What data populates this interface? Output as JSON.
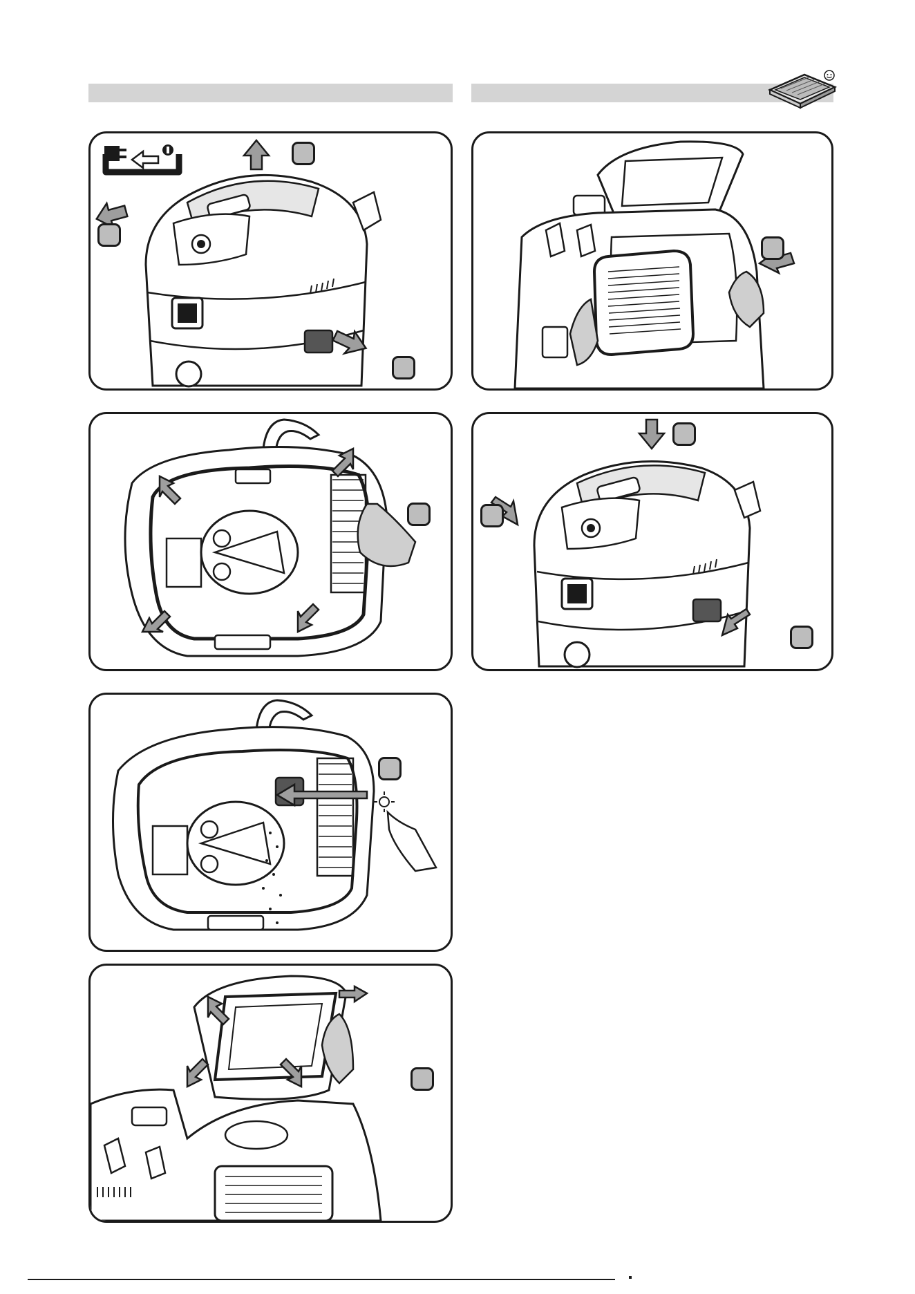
{
  "page": {
    "left_header": "",
    "right_header": "",
    "right_header_icon": "filter-cassette-icon"
  },
  "panels": [
    {
      "id": "p1",
      "badges": 3,
      "illustration": "vacuum-unlock-head-icon"
    },
    {
      "id": "p2",
      "badges": 1,
      "illustration": "head-underside-seal-icon"
    },
    {
      "id": "p3",
      "badges": 1,
      "illustration": "filter-clean-button-icon"
    },
    {
      "id": "p4",
      "badges": 1,
      "illustration": "filter-cover-open-icon"
    },
    {
      "id": "p5",
      "badges": 1,
      "illustration": "filter-insert-icon"
    },
    {
      "id": "p6",
      "badges": 3,
      "illustration": "vacuum-lock-head-icon"
    }
  ],
  "colors": {
    "badge_fill": "#bdbdbd",
    "header_bar": "#d4d4d4",
    "line": "#1a1a1a",
    "arrow_fill": "#9e9e9e"
  }
}
